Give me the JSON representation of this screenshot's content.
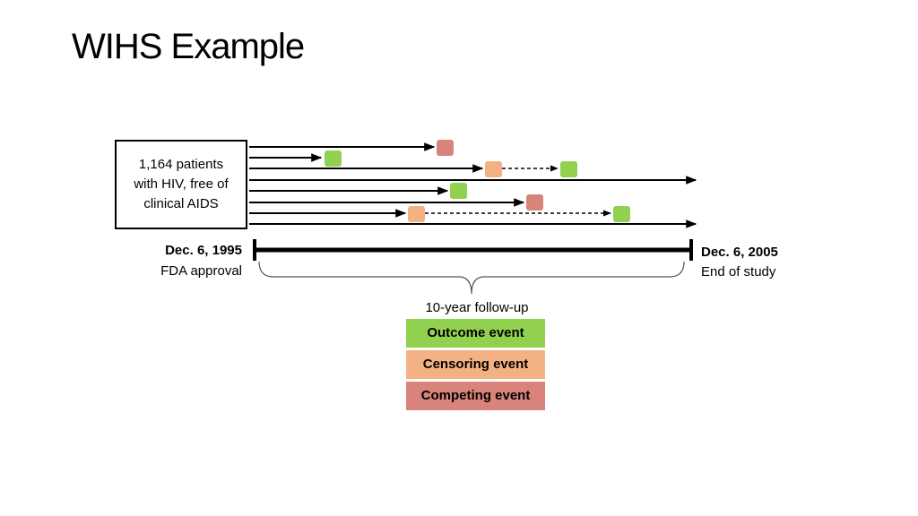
{
  "slide": {
    "title": "WIHS Example"
  },
  "cohort": {
    "lines": [
      "1,164 patients",
      "with HIV, free of",
      "clinical AIDS"
    ]
  },
  "timeline": {
    "start_date": "Dec. 6, 1995",
    "start_label": "FDA approval",
    "end_date": "Dec. 6, 2005",
    "end_label": "End of study",
    "span_label": "10-year follow-up"
  },
  "legend": [
    {
      "key": "outcome",
      "label": "Outcome event",
      "color": "#92d050"
    },
    {
      "key": "censoring",
      "label": "Censoring event",
      "color": "#f4b183"
    },
    {
      "key": "competing",
      "label": "Competing event",
      "color": "#d9847a"
    }
  ],
  "patient_paths": [
    {
      "id": 1,
      "events": [
        "competing"
      ]
    },
    {
      "id": 2,
      "events": [
        "outcome"
      ]
    },
    {
      "id": 3,
      "events": [
        "censoring",
        "outcome"
      ]
    },
    {
      "id": 4,
      "events": [
        "end of study"
      ]
    },
    {
      "id": 5,
      "events": [
        "outcome"
      ]
    },
    {
      "id": 6,
      "events": [
        "competing"
      ]
    },
    {
      "id": 7,
      "events": [
        "censoring",
        "outcome"
      ]
    },
    {
      "id": 8,
      "events": [
        "end of study"
      ]
    }
  ]
}
